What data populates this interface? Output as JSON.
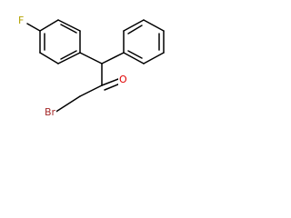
{
  "molecule": {
    "atoms": {
      "fluorine": {
        "symbol": "F",
        "color": "#b3a200"
      },
      "oxygen": {
        "symbol": "O",
        "color": "#e00000"
      },
      "bromine": {
        "symbol": "Br",
        "color": "#a52a2a"
      }
    },
    "rings": [
      "fluorophenyl-ring",
      "phenyl-ring"
    ],
    "groups": [
      "carbonyl",
      "bromomethyl"
    ]
  }
}
